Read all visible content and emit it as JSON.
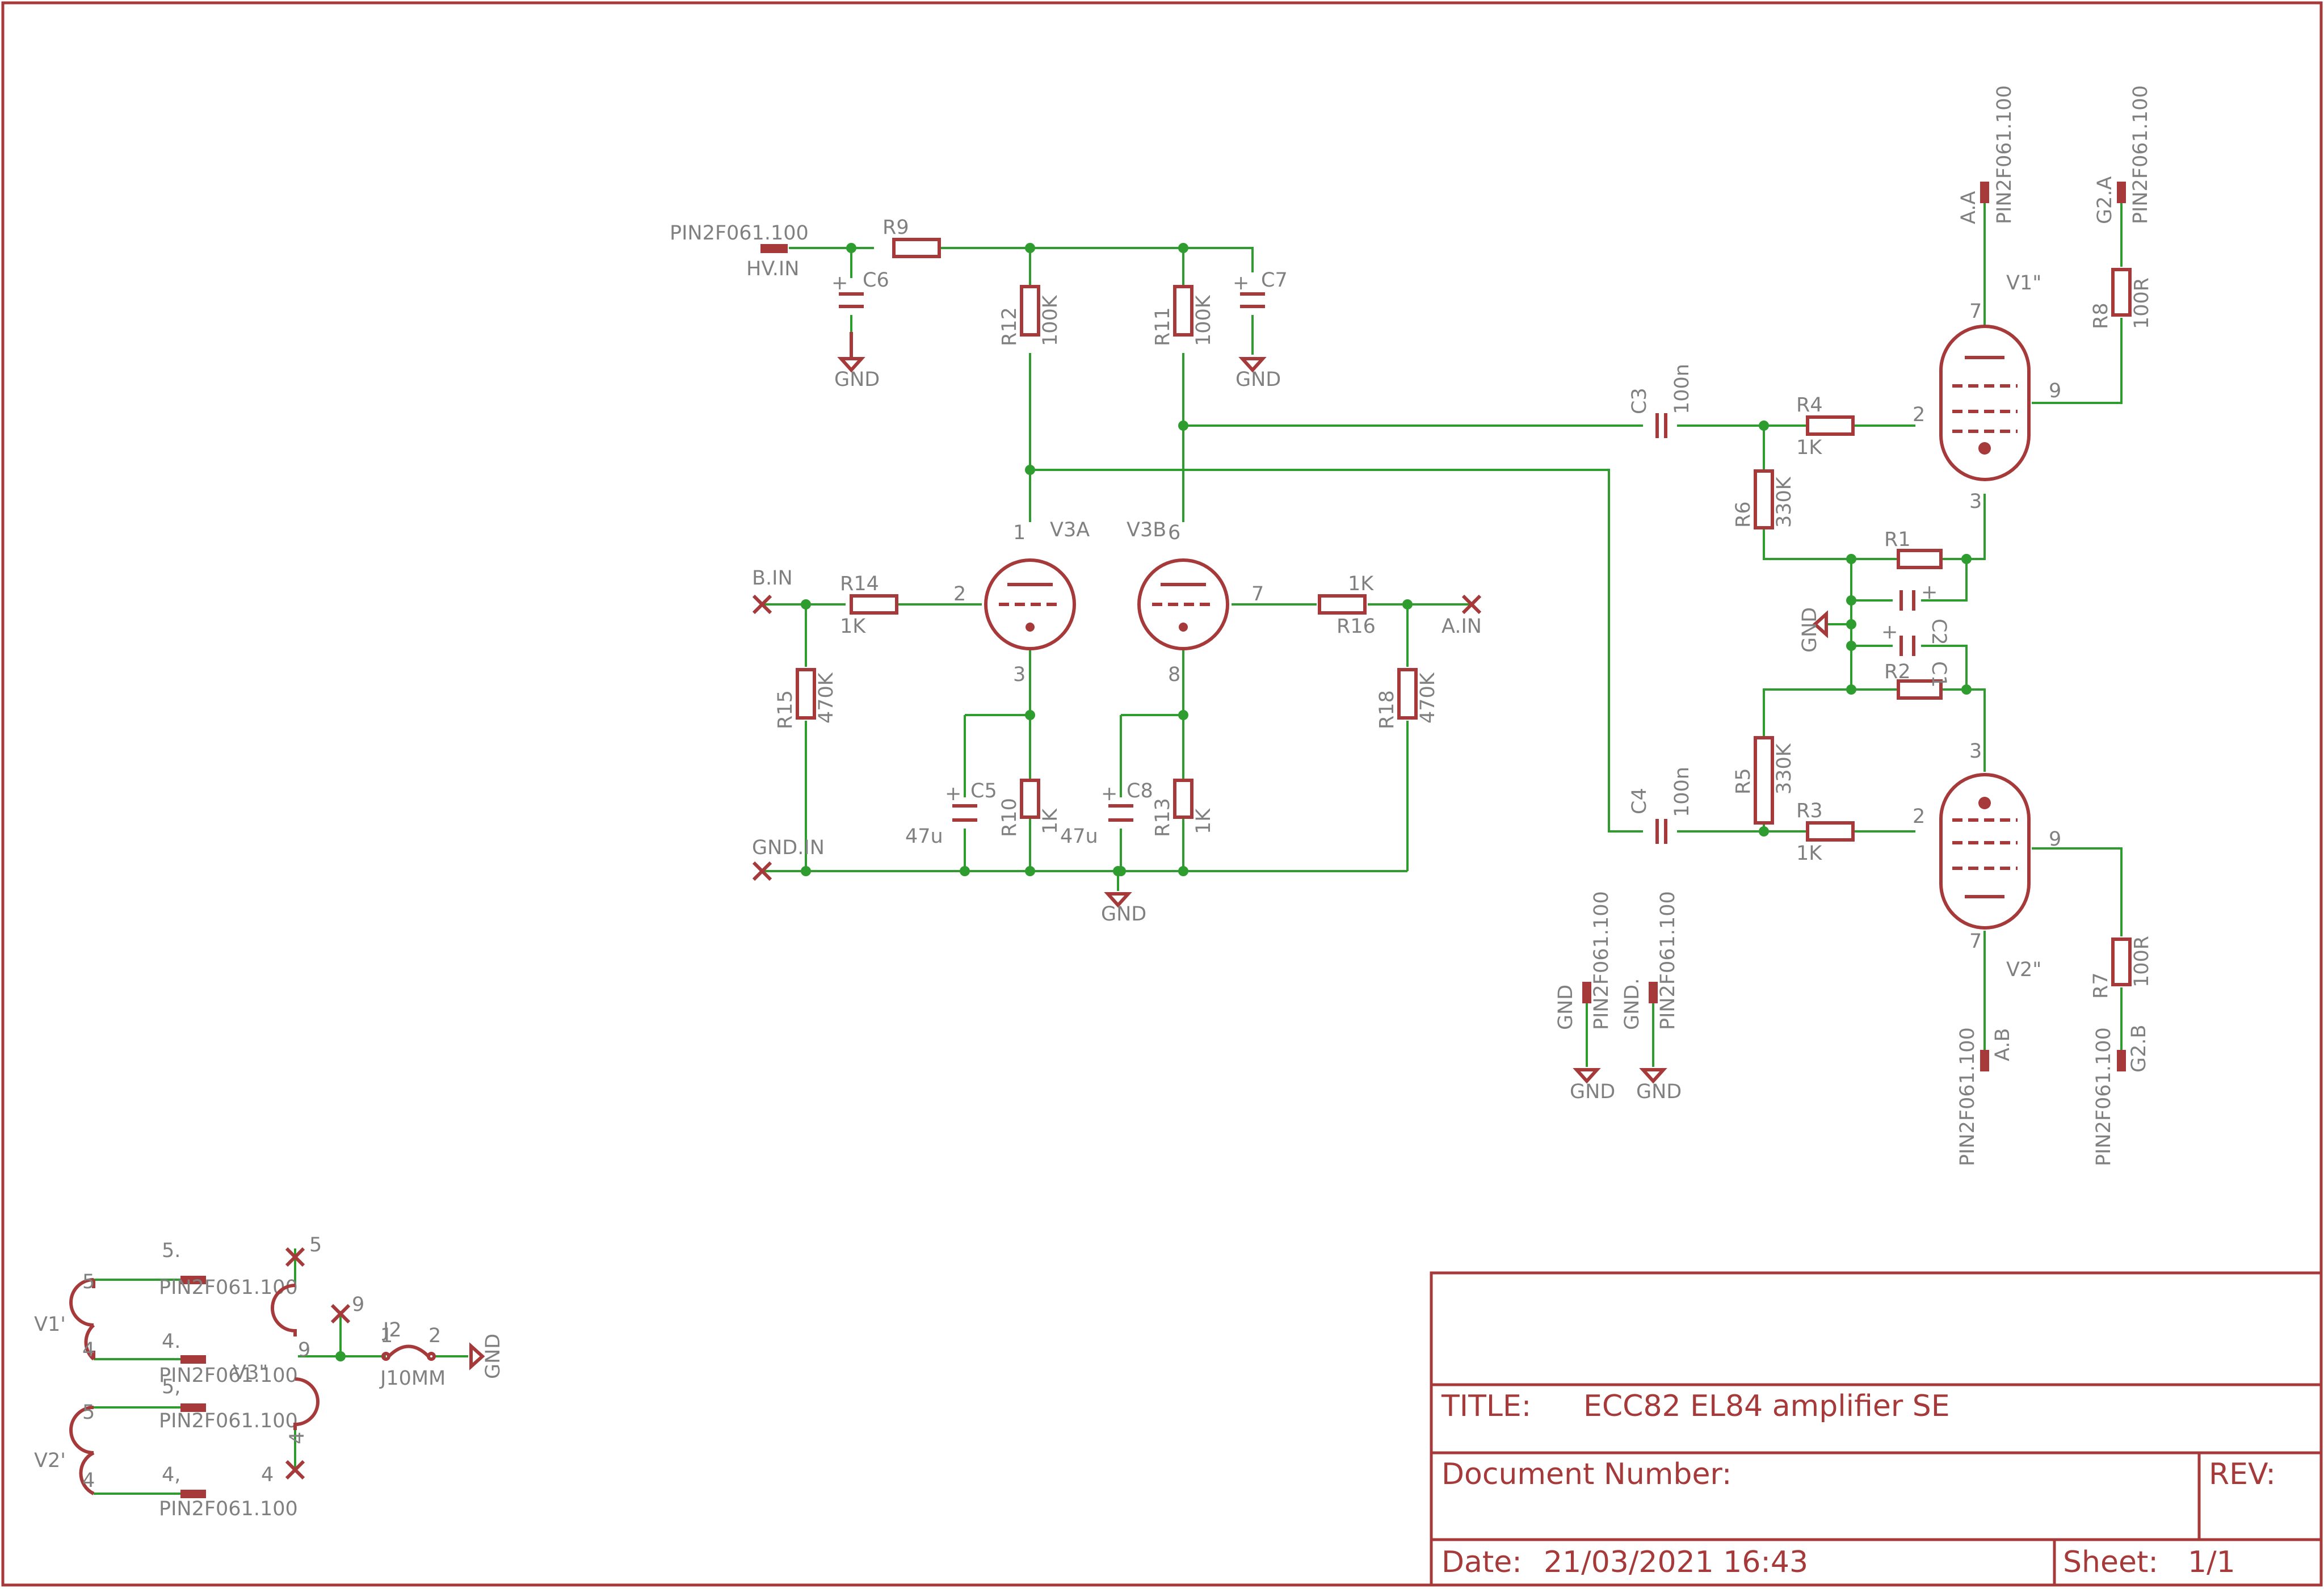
{
  "title_block": {
    "title_label": "TITLE:",
    "title": "ECC82 EL84 amplifier SE",
    "docnum_label": "Document Number:",
    "rev_label": "REV:",
    "date_label": "Date:",
    "date": "21/03/2021 16:43",
    "sheet_label": "Sheet:",
    "sheet": "1/1"
  },
  "parts": {
    "R1": "R1",
    "R2": "R2",
    "R3": "R3",
    "R4": "R4",
    "R5": "R5",
    "R6": "R6",
    "R7": "R7",
    "R8": "R8",
    "R9": "R9",
    "R10": "R10",
    "R11": "R11",
    "R12": "R12",
    "R13": "R13",
    "R14": "R14",
    "R15": "R15",
    "R16": "R16",
    "R18": "R18",
    "C1": "C1",
    "C2": "C2",
    "C3": "C3",
    "C4": "C4",
    "C5": "C5",
    "C6": "C6",
    "C7": "C7",
    "C8": "C8",
    "V3A": "V3A",
    "V3B": "V3B",
    "V1": "V1\"",
    "V2": "V2\"",
    "V3": "V3\"",
    "V1p": "V1'",
    "V2p": "V2'",
    "J2": "J2"
  },
  "values": {
    "k1": "1K",
    "k100": "100K",
    "k330": "330K",
    "k470": "470K",
    "r100": "100R",
    "n100": "100n",
    "u47": "47u",
    "j10": "J10MM"
  },
  "nets": {
    "pin": "PIN2F061.100",
    "hvin": "HV.IN",
    "gnd": "GND",
    "gndin": "GND.IN",
    "bin": "B.IN",
    "ain": "A.IN",
    "aa": "A.A",
    "g2a": "G2.A",
    "ab": "A.B",
    "g2b": "G2.B",
    "gndp": "GND.",
    "p5": "5.",
    "p4": "4.",
    "p5c": "5,",
    "p4c": "4,"
  },
  "pins": {
    "p1": "1",
    "p2": "2",
    "p3": "3",
    "p4": "4",
    "p5": "5",
    "p6": "6",
    "p7": "7",
    "p8": "8",
    "p9": "9"
  }
}
